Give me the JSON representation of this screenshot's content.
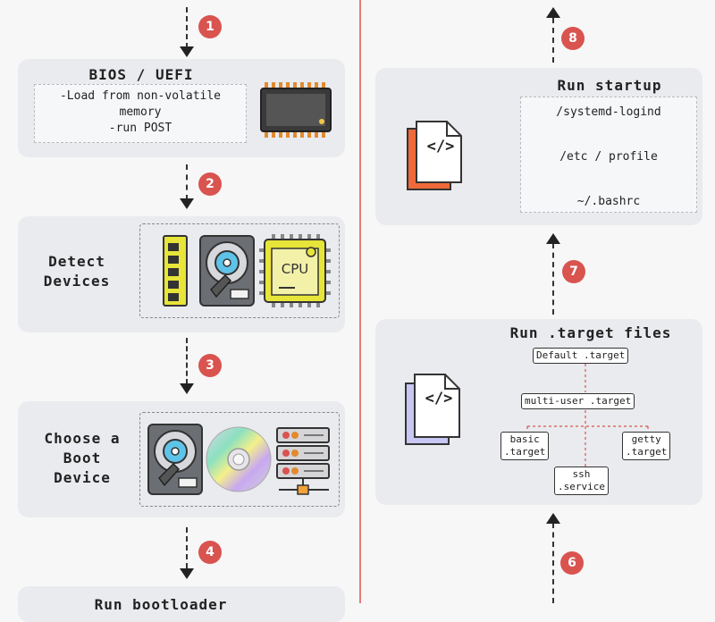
{
  "steps": [
    "1",
    "2",
    "3",
    "4",
    "6",
    "7",
    "8"
  ],
  "bios": {
    "title": "BIOS / UEFI",
    "desc": [
      "-Load from non-volatile",
      "memory",
      "-run POST"
    ]
  },
  "detect": {
    "label": [
      "Detect",
      "Devices"
    ]
  },
  "choose": {
    "label": [
      "Choose a",
      "Boot",
      "Device"
    ]
  },
  "bottom_partial": {
    "label": "Run bootloader"
  },
  "startup": {
    "title": "Run startup",
    "items": [
      "/systemd-logind",
      "/etc / profile",
      "~/.bashrc"
    ]
  },
  "targets": {
    "title": "Run .target files",
    "default": "Default .target",
    "multi_user": "multi-user .target",
    "basic": [
      "basic",
      ".target"
    ],
    "getty": [
      "getty",
      ".target"
    ],
    "ssh": [
      "ssh",
      ".service"
    ]
  },
  "icons": {
    "cpu_label": "CPU",
    "code_symbol": "</>"
  },
  "colors": {
    "accent": "#d9534f",
    "card": "#e9ebee",
    "chip_yellow": "#e7e43a",
    "file_orange": "#ef6a3a",
    "file_purple": "#c8c6f2"
  }
}
